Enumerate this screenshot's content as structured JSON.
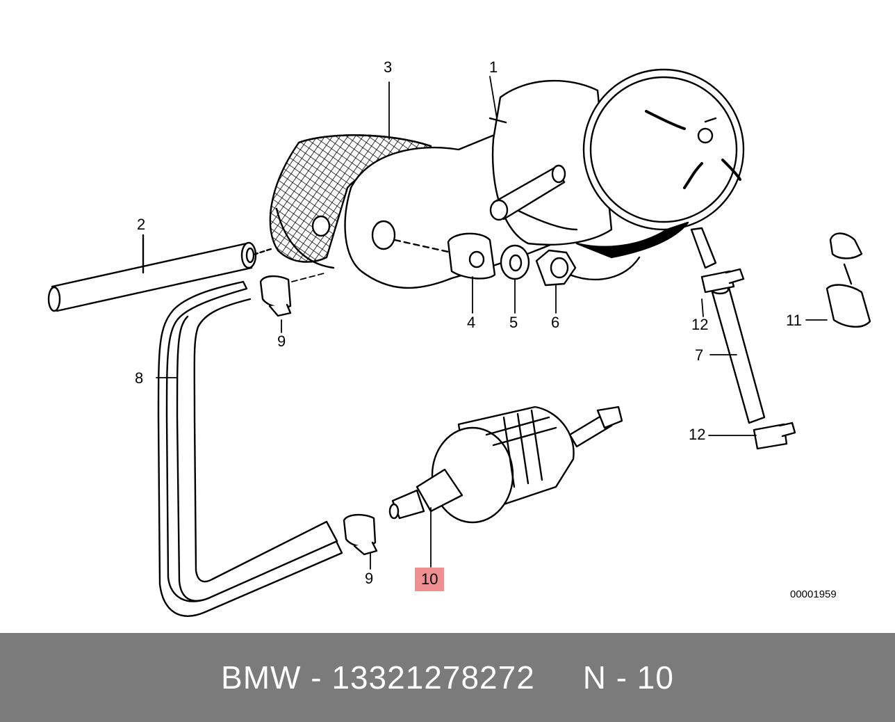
{
  "callouts": {
    "c1": "1",
    "c2": "2",
    "c3": "3",
    "c4": "4",
    "c5": "5",
    "c6": "6",
    "c7": "7",
    "c8": "8",
    "c9a": "9",
    "c9b": "9",
    "c10": "10",
    "c11": "11",
    "c12a": "12",
    "c12b": "12"
  },
  "highlight_color": "#ef8f92",
  "diagram_ref": "00001959",
  "footer": {
    "brand": "BMW",
    "separator1": " - ",
    "part_number": "13321278272",
    "gap": "     ",
    "position_label": "N - 10"
  },
  "footer_bg_color": "#7b7b7b"
}
